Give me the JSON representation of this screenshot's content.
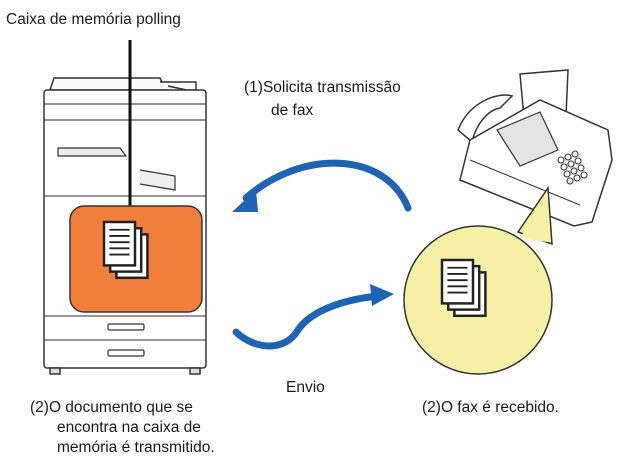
{
  "labels": {
    "polling_box": "Caixa de memória polling",
    "request": [
      "(1)Solicita transmissão",
      "de fax"
    ],
    "send": "Envio",
    "doc_sent": [
      "(2)O documento que se",
      "encontra na caixa de",
      "memória é transmitido."
    ],
    "fax_received": "(2)O fax é recebido."
  },
  "colors": {
    "memory_box": "#f07f3c",
    "arrow": "#1f64b4",
    "received_circle": "#f5f0a6",
    "outline": "#333333"
  }
}
